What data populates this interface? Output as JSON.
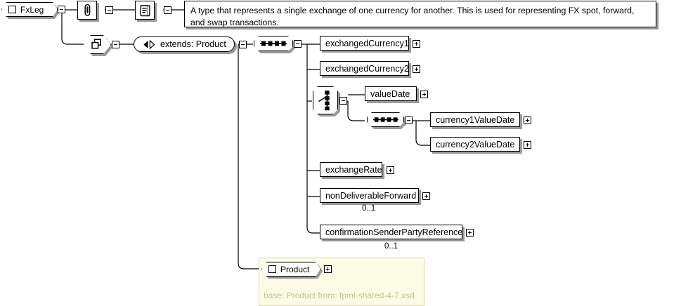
{
  "diagram": {
    "kind": "xsd-schema-tree",
    "root": {
      "name": "FxLeg",
      "icon": "complex-type-icon",
      "toggle": "minus"
    },
    "annotation": {
      "icon": "paperclip-icon",
      "toggle": "minus"
    },
    "documentation": {
      "icon": "document-scroll-icon",
      "toggle": "minus",
      "text": "A type that represents a single exchange of one currency for another. This is used for representing FX spot, forward, and swap transactions."
    },
    "extension": {
      "icon": "extension-group-icon",
      "toggle": "minus",
      "label": "extends: Product",
      "label_icon": "left-right-arrows-icon"
    },
    "compositors": {
      "sequence_main": {
        "type": "sequence",
        "icon": "sequence-icon",
        "toggle": "minus"
      },
      "choice": {
        "type": "choice",
        "icon": "choice-icon",
        "toggle": "minus"
      },
      "sequence_nested": {
        "type": "sequence",
        "icon": "sequence-icon",
        "toggle": "minus"
      }
    },
    "elements": [
      {
        "name": "exchangedCurrency1",
        "toggle": "plus",
        "cardinality": ""
      },
      {
        "name": "exchangedCurrency2",
        "toggle": "plus",
        "cardinality": ""
      },
      {
        "name": "valueDate",
        "toggle": "plus",
        "cardinality": ""
      },
      {
        "name": "currency1ValueDate",
        "toggle": "plus",
        "cardinality": ""
      },
      {
        "name": "currency2ValueDate",
        "toggle": "plus",
        "cardinality": ""
      },
      {
        "name": "exchangeRate",
        "toggle": "plus",
        "cardinality": ""
      },
      {
        "name": "nonDeliverableForward",
        "toggle": "plus",
        "cardinality": "0..1"
      },
      {
        "name": "confirmationSenderPartyReference",
        "toggle": "plus",
        "cardinality": "0..1"
      }
    ],
    "base_type": {
      "name": "Product",
      "icon": "complex-type-icon",
      "toggle": "plus",
      "caption": "base: Product from: fpml-shared-4-7.xsd"
    },
    "colors": {
      "line": "#000000",
      "shadow": "#9a9a9a",
      "node_fill": "#ffffff",
      "base_panel_fill": "#fcfce4",
      "base_panel_border": "#d8d8b0",
      "base_caption_text": "#c2c28e"
    }
  }
}
